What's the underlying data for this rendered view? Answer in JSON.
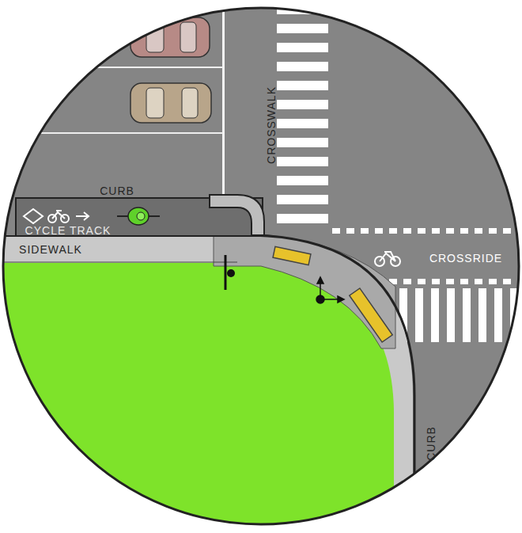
{
  "diagram": {
    "labels": [
      "CROSSWALK",
      "CURB",
      "CYCLE TRACK",
      "SIDEWALK",
      "CROSSRIDE",
      "CURB"
    ]
  }
}
